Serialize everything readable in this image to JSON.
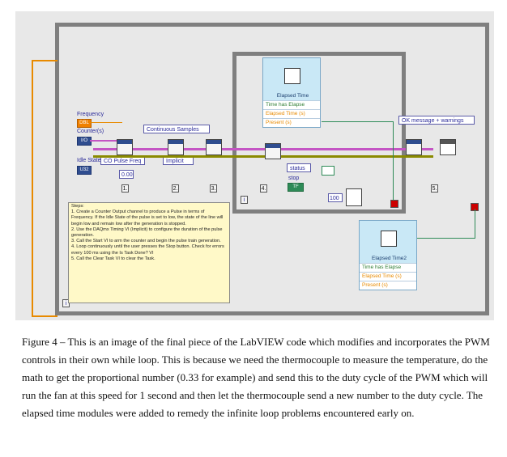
{
  "colors": {
    "loop_border": "#7f7f7f",
    "wire_pink": "#c455c4",
    "wire_olive": "#8a8a00",
    "wire_green": "#2e8b57",
    "accent_blue": "#2f4d8f",
    "note_bg": "#fff9c8"
  },
  "controls": {
    "frequency_label": "Frequency",
    "frequency_terminal": "DBL",
    "counters_label": "Counter(s)",
    "counters_terminal": "I/O",
    "idle_state_label": "Idle State",
    "idle_state_terminal": "U32",
    "co_pulse_freq": "CO Pulse Freq",
    "numeric_value": "0.00",
    "continuous_samples": "Continuous Samples",
    "implicit": "Implicit",
    "ok_message": "OK message + warnings",
    "status_label": "status",
    "stop_label": "stop",
    "tf_const": "TF",
    "const_100": "100"
  },
  "frames": [
    "1.",
    "2.",
    "3.",
    "4.",
    "5."
  ],
  "loop_index": "i",
  "elapsed_time_1": {
    "title": "Elapsed Time",
    "rows": [
      "Time has Elapse",
      "Elapsed Time (s)",
      "Present (s)"
    ]
  },
  "elapsed_time_2": {
    "title": "Elapsed Time2",
    "rows": [
      "Time has Elapse",
      "Elapsed Time (s)",
      "Present (s)"
    ]
  },
  "steps_note": {
    "heading": "Steps:",
    "lines": [
      "1. Create a Counter Output channel to produce a Pulse in terms of Frequency. If the Idle State of the pulse is set to low, the state of the line will begin low and remain low after the generation is stopped.",
      "2. Use the DAQmx Timing VI (Implicit) to configure the duration of the pulse generation.",
      "3. Call the Start VI to arm the counter and begin the pulse train generation.",
      "4. Loop continuously until the user presses the Stop button. Check for errors every 100 ms using the Is Task Done? VI",
      "5. Call the Clear Task VI to clear the Task."
    ]
  },
  "caption": "Figure 4 – This is an image of the final piece of the LabVIEW code which modifies and incorporates the PWM controls in their own while loop. This is because we need the thermocouple to measure the temperature, do the math to get the proportional number (0.33 for example) and send this to the duty cycle of the PWM which will run the fan at this speed for 1 second and then let the thermocouple send a new number to the duty cycle. The elapsed time modules were added to remedy the infinite loop problems encountered early on."
}
